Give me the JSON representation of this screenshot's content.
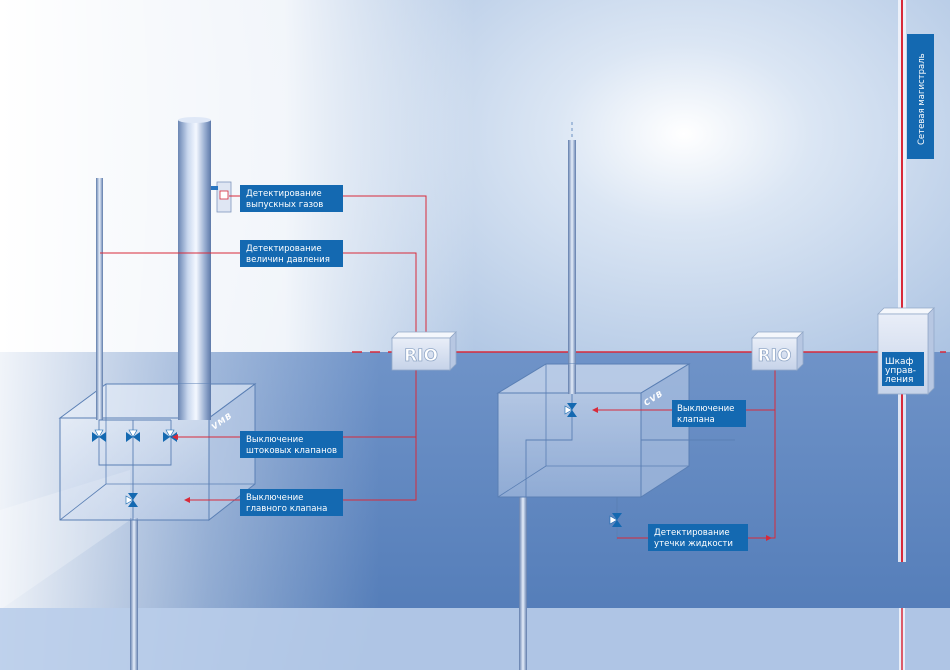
{
  "labels": {
    "exhaust": [
      "Детектирование",
      "выпускных газов"
    ],
    "pressure": [
      "Детектирование",
      "величин давления"
    ],
    "stem_valves": [
      "Выключение",
      "штоковых клапанов"
    ],
    "main_valve": [
      "Выключение",
      "главного клапана"
    ],
    "valve_off": [
      "Выключение",
      "клапана"
    ],
    "leak": [
      "Детектирование",
      "утечки жидкости"
    ]
  },
  "rio": [
    "RIO",
    "RIO"
  ],
  "box_tags": {
    "vmb": "VMB",
    "cvb": "CVB"
  },
  "cabinet": [
    "Шкаф",
    "управ-",
    "ления"
  ],
  "network": "Сетевая магистраль",
  "colors": {
    "signal_line": "#d82a3a",
    "label_bg": "#1469b1",
    "pipe": "#8aa5c8",
    "box_edge": "#5a7fb4"
  }
}
